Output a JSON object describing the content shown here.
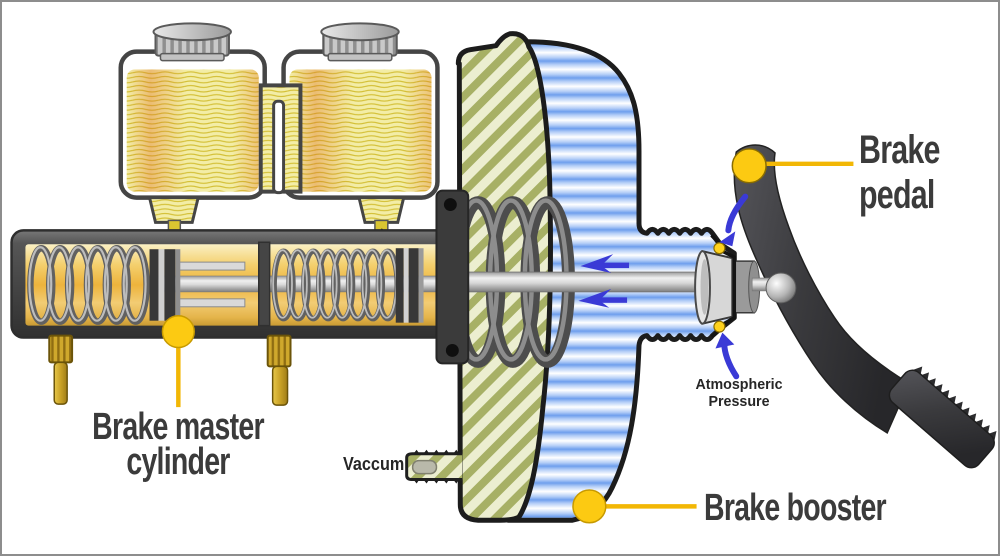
{
  "diagram": {
    "labels": {
      "brake_pedal": {
        "line1": "Brake",
        "line2": "pedal"
      },
      "brake_master_cylinder": {
        "line1": "Brake master",
        "line2": "cylinder"
      },
      "brake_booster": "Brake booster",
      "vacuum": "Vaccum",
      "atmospheric_pressure": {
        "line1": "Atmospheric",
        "line2": "Pressure"
      }
    },
    "colors": {
      "marker_yellow": "#FFD21E",
      "leader_line": "#F2B705",
      "label_text": "#3B3B3B",
      "arrow_blue": "#3A3AD6",
      "chamber_blue": "#6F9FED",
      "shell_olive": "#A7B065",
      "fluid_yellow": "#F4EFAD",
      "housing_gray": "#464646",
      "brass": "#C9A227"
    }
  }
}
